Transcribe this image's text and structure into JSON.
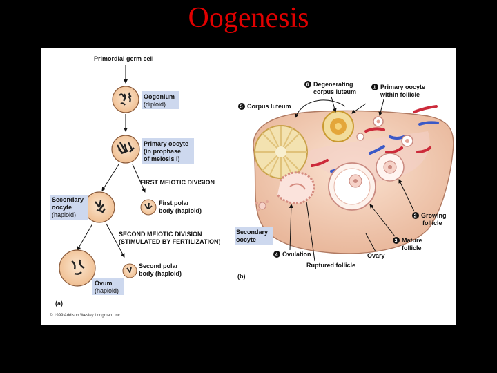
{
  "title": "Oogenesis",
  "panel_a": {
    "top_label": "Primordial germ cell",
    "oogonium": [
      "Oogonium",
      "(diploid)"
    ],
    "primary_oocyte": [
      "Primary oocyte",
      "(in prophase",
      "of meiosis I)"
    ],
    "first_division": "FIRST MEIOTIC DIVISION",
    "secondary_oocyte": [
      "Secondary",
      "oocyte",
      "(haploid)"
    ],
    "first_polar": [
      "First polar",
      "body (haploid)"
    ],
    "second_division": "SECOND MEIOTIC DIVISION",
    "stimulated": "(STIMULATED BY FERTILIZATION)",
    "ovum": [
      "Ovum",
      "(haploid)"
    ],
    "second_polar": [
      "Second polar",
      "body (haploid)"
    ],
    "panel_label": "(a)",
    "copyright": "© 1999 Addison Wesley Longman, Inc."
  },
  "panel_b": {
    "degenerating": {
      "num": "6",
      "lines": [
        "Degenerating",
        "corpus luteum"
      ]
    },
    "primary_follicle": {
      "num": "1",
      "lines": [
        "Primary oocyte",
        "within follicle"
      ]
    },
    "corpus_luteum": {
      "num": "5",
      "text": "Corpus luteum"
    },
    "growing": {
      "num": "2",
      "lines": [
        "Growing",
        "follicle"
      ]
    },
    "secondary_oocyte": [
      "Secondary",
      "oocyte"
    ],
    "mature": {
      "num": "3",
      "lines": [
        "Mature",
        "follicle"
      ]
    },
    "ovulation": {
      "num": "4",
      "text": "Ovulation"
    },
    "ovary": "Ovary",
    "ruptured": "Ruptured follicle",
    "panel_label": "(b)"
  }
}
